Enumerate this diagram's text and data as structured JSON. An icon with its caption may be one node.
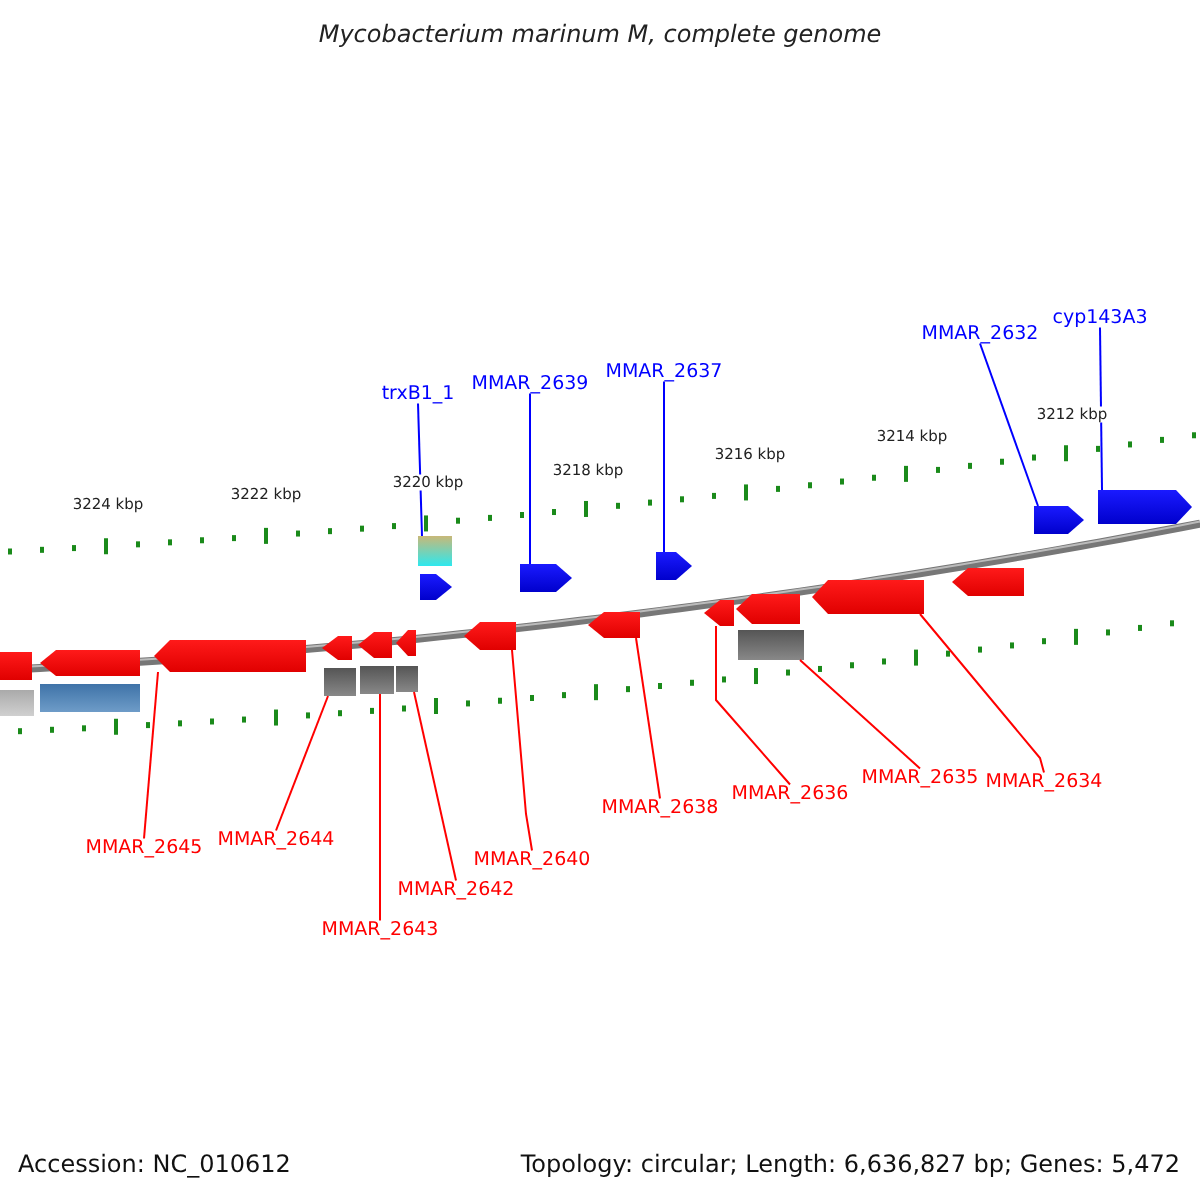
{
  "diagram": {
    "title": "Mycobacterium marinum M, complete genome",
    "nodes": [
      {
        "text": [
          "trxB1_1"
        ]
      },
      {
        "text": [
          "MMAR_2639"
        ]
      },
      {
        "text": [
          "MMAR_2637"
        ]
      },
      {
        "text": [
          "MMAR_2632"
        ]
      },
      {
        "text": [
          "cyp143A3"
        ]
      },
      {
        "text": [
          "MMAR_2645"
        ]
      },
      {
        "text": [
          "MMAR_2644"
        ]
      },
      {
        "text": [
          "MMAR_2642"
        ]
      },
      {
        "text": [
          "MMAR_2643"
        ]
      },
      {
        "text": [
          "MMAR_2640"
        ]
      },
      {
        "text": [
          "MMAR_2638"
        ]
      },
      {
        "text": [
          "MMAR_2636"
        ]
      },
      {
        "text": [
          "MMAR_2635"
        ]
      },
      {
        "text": [
          "MMAR_2634"
        ]
      },
      {
        "text": [],
        "shape": "arrow"
      },
      {
        "text": [],
        "shape": "bar"
      },
      {
        "text": [],
        "shape": "bar"
      },
      {
        "text": [],
        "shape": "arrow"
      },
      {
        "text": [],
        "shape": "arrow"
      },
      {
        "text": [],
        "shape": "arrow"
      },
      {
        "text": [],
        "shape": "bar"
      },
      {
        "text": [],
        "shape": "arrow"
      },
      {
        "text": [],
        "shape": "bar"
      },
      {
        "text": [],
        "shape": "arrow"
      },
      {
        "text": [],
        "shape": "bar"
      },
      {
        "text": [],
        "shape": "bar"
      },
      {
        "text": [],
        "shape": "arrow"
      },
      {
        "text": [],
        "shape": "arrow"
      },
      {
        "text": [],
        "shape": "arrow"
      },
      {
        "text": [],
        "shape": "arrow"
      },
      {
        "text": [],
        "shape": "arrow"
      },
      {
        "text": [],
        "shape": "arrow"
      },
      {
        "text": [],
        "shape": "arrow"
      },
      {
        "text": [],
        "shape": "bar"
      },
      {
        "text": [],
        "shape": "arrow"
      },
      {
        "text": [],
        "shape": "arrow"
      },
      {
        "text": [],
        "shape": "arrow"
      },
      {
        "text": [],
        "shape": "arrow"
      }
    ],
    "edges": [
      {
        "from": 0,
        "to": 25,
        "arrow": "none",
        "color": "#0000ff"
      },
      {
        "from": 1,
        "to": 28,
        "arrow": "none",
        "color": "#0000ff"
      },
      {
        "from": 2,
        "to": 30,
        "arrow": "none",
        "color": "#0000ff"
      },
      {
        "from": 3,
        "to": 36,
        "arrow": "none",
        "color": "#0000ff"
      },
      {
        "from": 4,
        "to": 37,
        "arrow": "none",
        "color": "#0000ff"
      },
      {
        "from": 5,
        "to": 18,
        "arrow": "none"
      },
      {
        "from": 6,
        "to": 20,
        "arrow": "none"
      },
      {
        "from": 7,
        "to": 24,
        "arrow": "none"
      },
      {
        "from": 8,
        "to": 22,
        "arrow": "none"
      },
      {
        "from": 9,
        "to": 27,
        "arrow": "none"
      },
      {
        "from": 10,
        "to": 29,
        "arrow": "none"
      },
      {
        "from": 11,
        "to": 31,
        "arrow": "none"
      },
      {
        "from": 12,
        "to": 33,
        "arrow": "none"
      },
      {
        "from": 13,
        "to": 34,
        "arrow": "none"
      }
    ],
    "labels": [
      "3224 kbp",
      "3222 kbp",
      "3220 kbp",
      "3218 kbp",
      "3216 kbp",
      "3214 kbp",
      "3212 kbp",
      "Accession: NC_010612",
      "Topology: circular; Length: 6,636,827 bp; Genes: 5,472"
    ]
  }
}
